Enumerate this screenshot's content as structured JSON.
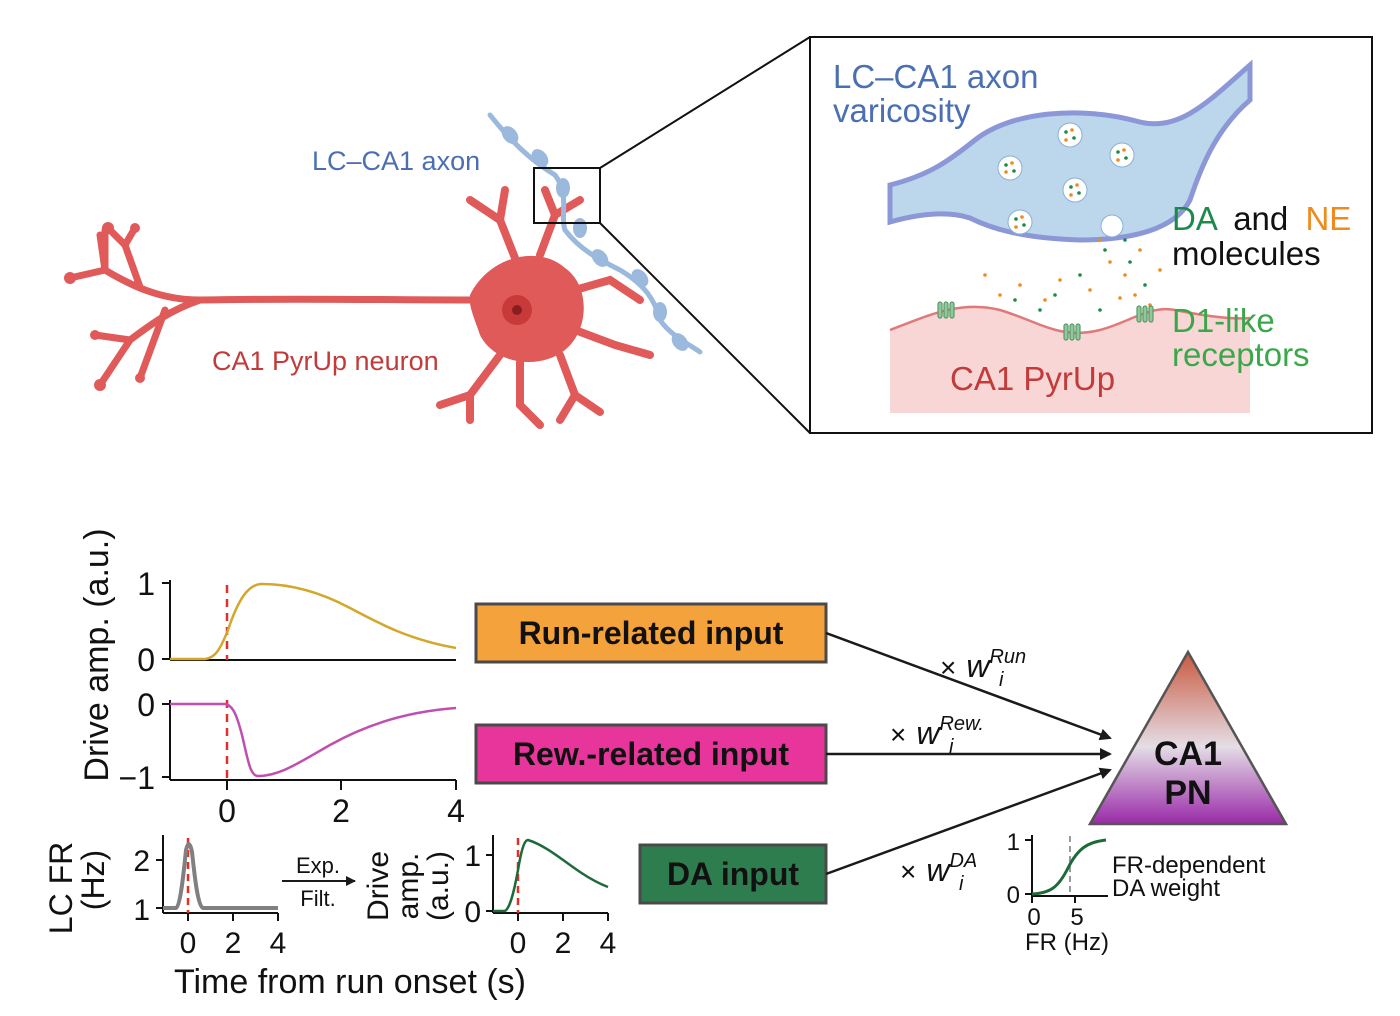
{
  "colors": {
    "neuron": "#e05a5a",
    "neuron_label": "#c23b3b",
    "axon": "#9bb8dd",
    "axon_label": "#4a6fb3",
    "da_green": "#1c8a4a",
    "ne_orange": "#f08a1c",
    "receptor_green": "#3aa84a",
    "run_box": "#f4a23c",
    "rew_box": "#e8359c",
    "da_box": "#2e7d4f",
    "run_curve": "#d4a72c",
    "rew_curve": "#c04fb0",
    "da_curve": "#1e6b3a",
    "dashed_red": "#e0302a"
  },
  "top": {
    "axon_label": "LC–CA1 axon",
    "neuron_label": "CA1 PyrUp neuron",
    "inset": {
      "varicosity_label_line1": "LC–CA1 axon",
      "varicosity_label_line2": "varicosity",
      "molecules_da": "DA",
      "molecules_and": "and",
      "molecules_ne": "NE",
      "molecules_line2": "molecules",
      "receptors_line1": "D1-like",
      "receptors_line2": "receptors",
      "pyrup_label": "CA1 PyrUp"
    }
  },
  "bottom": {
    "drive_ylabel": "Drive amp. (a.u.)",
    "run_ticks": [
      "1",
      "0"
    ],
    "rew_ticks": [
      "0",
      "−1"
    ],
    "x_ticks": [
      "0",
      "2",
      "4"
    ],
    "lc_ylabel_line1": "LC FR",
    "lc_ylabel_line2": "(Hz)",
    "lc_ticks": [
      "2",
      "1"
    ],
    "lc_x_ticks": [
      "0",
      "2",
      "4"
    ],
    "filter_label_line1": "Exp.",
    "filter_label_line2": "Filt.",
    "da_drive_ylabel_line1": "Drive",
    "da_drive_ylabel_line2": "amp.",
    "da_drive_ylabel_line3": "(a.u.)",
    "da_drive_ticks": [
      "1",
      "0"
    ],
    "da_x_ticks": [
      "0",
      "2",
      "4"
    ],
    "time_xlabel": "Time from run onset (s)",
    "run_input": "Run-related input",
    "rew_input": "Rew.-related input",
    "da_input": "DA input",
    "weight_prefix": "×",
    "weight_symbol": "w",
    "weight_sub": "i",
    "weight_run_sup": "Run",
    "weight_rew_sup": "Rew.",
    "weight_da_sup": "DA",
    "target_line1": "CA1",
    "target_line2": "PN",
    "fr_y_ticks": [
      "1",
      "0"
    ],
    "fr_x_ticks": [
      "0",
      "5"
    ],
    "fr_xlabel": "FR (Hz)",
    "fr_note_line1": "FR-dependent",
    "fr_note_line2": "DA weight"
  }
}
